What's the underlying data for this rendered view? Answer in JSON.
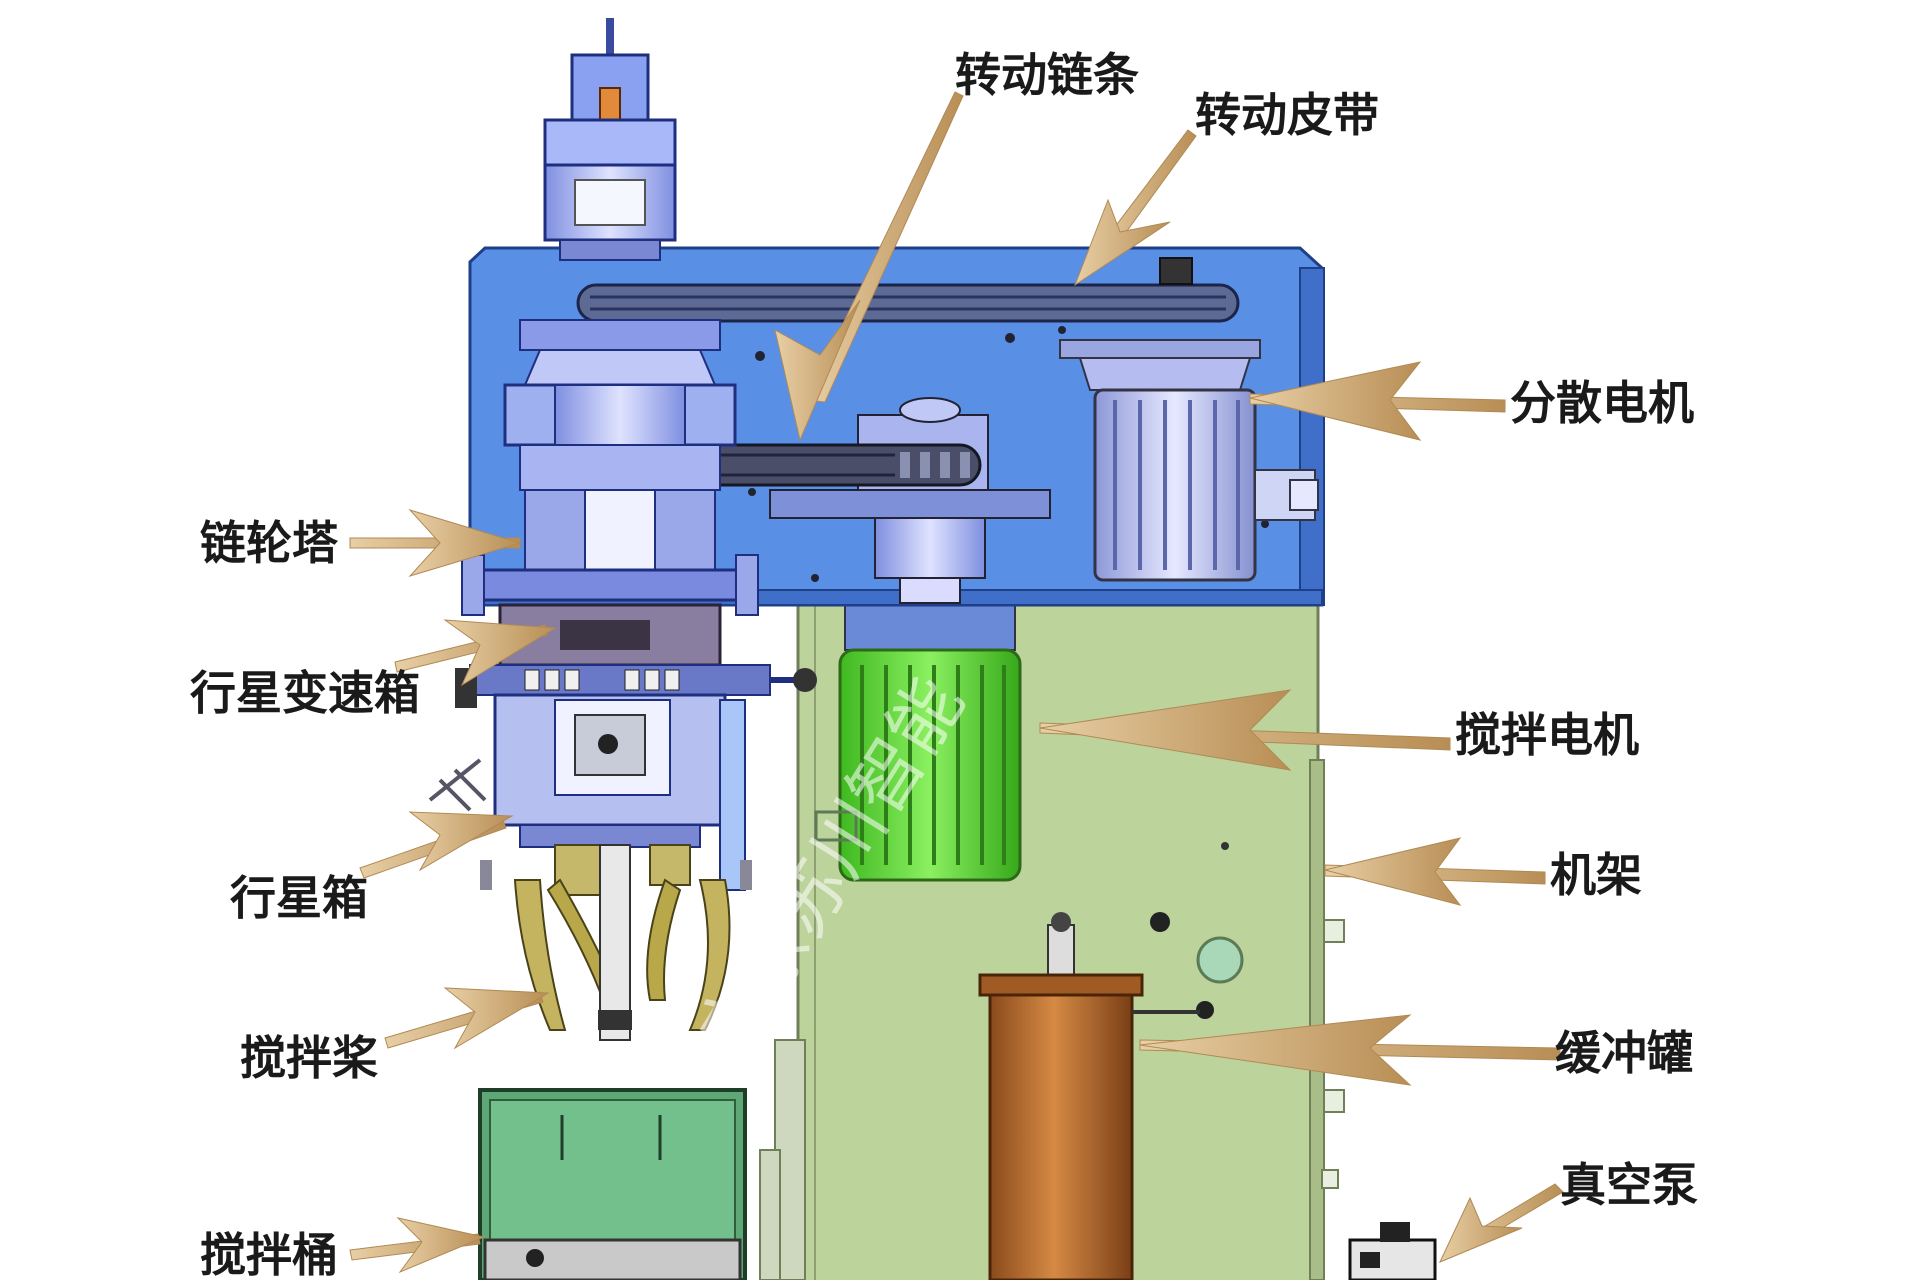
{
  "labels": {
    "chain": "转动链条",
    "belt": "转动皮带",
    "disperse_motor": "分散电机",
    "sprocket_tower": "链轮塔",
    "planetary_gearbox": "行星变速箱",
    "stir_motor": "搅拌电机",
    "frame": "机架",
    "planetary_box": "行星箱",
    "paddle": "搅拌桨",
    "buffer_tank": "缓冲罐",
    "vacuum_pump": "真空泵",
    "mixing_barrel": "搅拌桶"
  },
  "watermark": "广东苏川智能",
  "colors": {
    "housing_blue": "#4f86e0",
    "frame_green": "#b9cf98",
    "motor_green": "#5edb3a",
    "tank_copper": "#b8692c",
    "barrel_green": "#5ea87a",
    "arrow_tan": "#c9a36d"
  }
}
